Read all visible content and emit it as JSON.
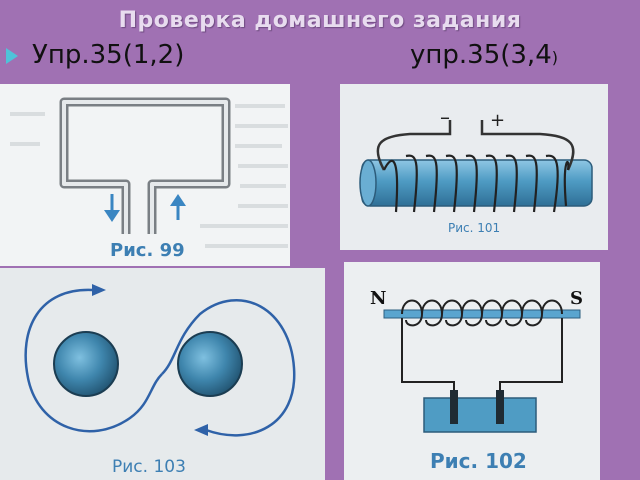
{
  "slide": {
    "title": "Проверка домашнего задания",
    "exercise_left": "Упр.35(1,2)",
    "exercise_right_main": "упр.35(3,4",
    "exercise_right_paren": ")"
  },
  "figures": {
    "fig99": {
      "caption": "Рис. 99"
    },
    "fig101": {
      "caption": "Рис. 101",
      "minus": "–",
      "plus": "+"
    },
    "fig102": {
      "caption": "Рис. 102",
      "north": "N",
      "south": "S"
    },
    "fig103": {
      "caption": "Рис. 103"
    }
  },
  "colors": {
    "background": "#a071b3",
    "title": "#e8dcef",
    "bullet": "#4fc3d9",
    "caption": "#3d7fb3",
    "steel": "#4f9cc4"
  }
}
